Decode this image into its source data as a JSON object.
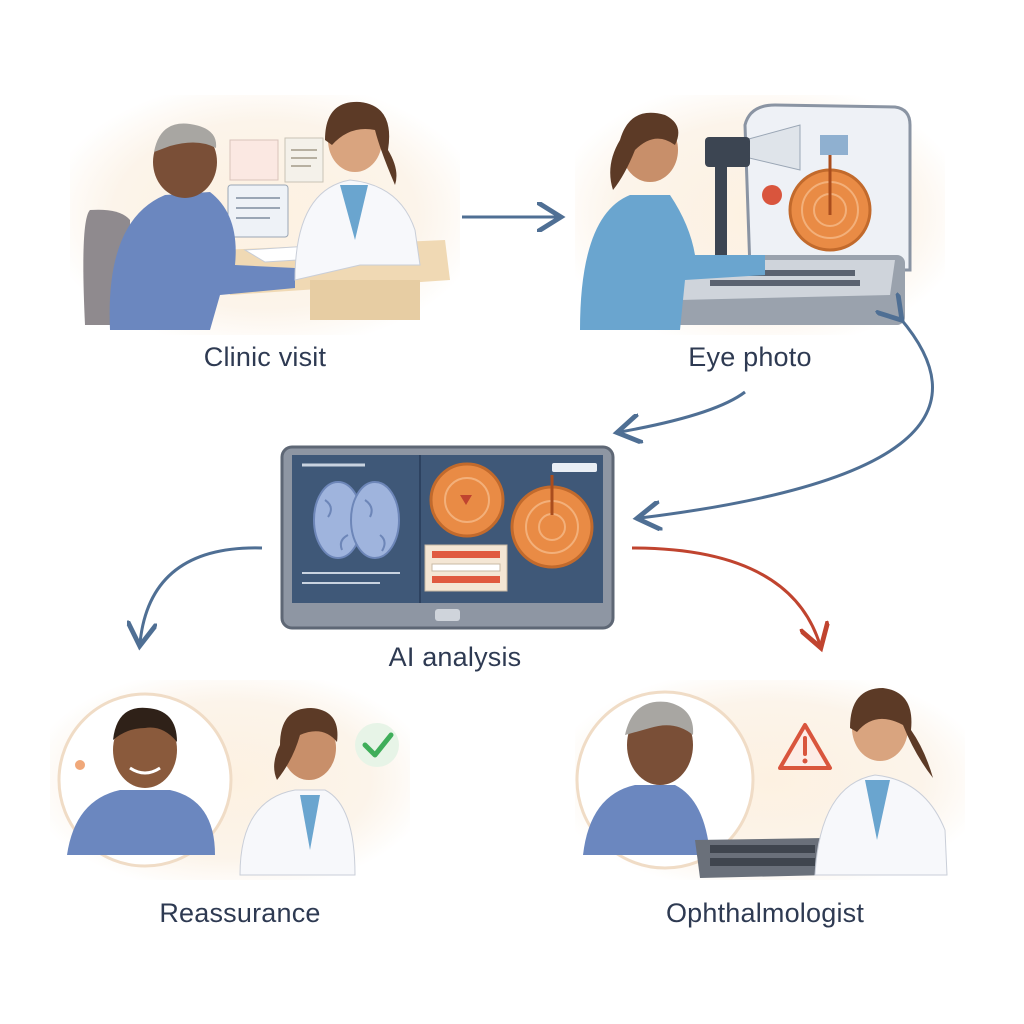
{
  "steps": {
    "clinic_visit": {
      "label": "Clinic visit"
    },
    "eye_photo": {
      "label": "Eye photo"
    },
    "ai_analysis": {
      "label": "AI analysis"
    },
    "reassurance": {
      "label": "Reassurance"
    },
    "ophthalmologist": {
      "label": "Ophthalmologist"
    }
  },
  "colors": {
    "arrow_normal": "#4f6f94",
    "arrow_referral": "#c0442f",
    "caption_text": "#2e3a52",
    "scrubs": "#6aa5cf",
    "patient_shirt": "#6b87bf",
    "retina": "#e98b45",
    "monitor_screen": "#3f5878",
    "check_green": "#3fae5a",
    "warning_red": "#d9553d"
  },
  "icons": {
    "check": "check-icon",
    "warning": "warning-icon",
    "brain": "brain-icon",
    "retina": "retina-icon"
  }
}
